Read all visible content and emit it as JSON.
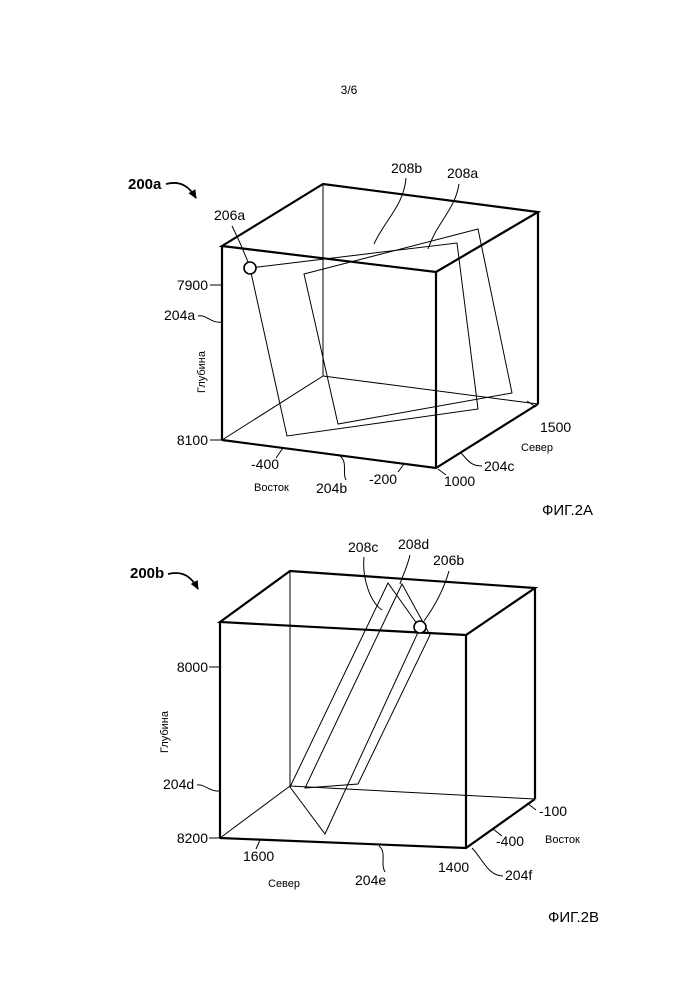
{
  "page_number": "3/6",
  "figure_a": {
    "ref": "200a",
    "caption": "ФИГ.2А",
    "depth_axis_label": "Глубина",
    "depth_ticks": [
      "7900",
      "8100"
    ],
    "east_axis_label": "Восток",
    "east_ticks": [
      "-400",
      "-200"
    ],
    "north_axis_label": "Север",
    "north_ticks": [
      "1500",
      "1000"
    ],
    "callouts": {
      "206a": "206a",
      "208a": "208a",
      "208b": "208b",
      "204a": "204a",
      "204b": "204b",
      "204c": "204c"
    }
  },
  "figure_b": {
    "ref": "200b",
    "caption": "ФИГ.2В",
    "depth_axis_label": "Глубина",
    "depth_ticks": [
      "8000",
      "8200"
    ],
    "north_axis_label": "Север",
    "north_ticks": [
      "1600",
      "1400"
    ],
    "east_axis_label": "Восток",
    "east_ticks": [
      "-100",
      "-400"
    ],
    "callouts": {
      "206b": "206b",
      "208c": "208c",
      "208d": "208d",
      "204d": "204d",
      "204e": "204e",
      "204f": "204f"
    }
  }
}
